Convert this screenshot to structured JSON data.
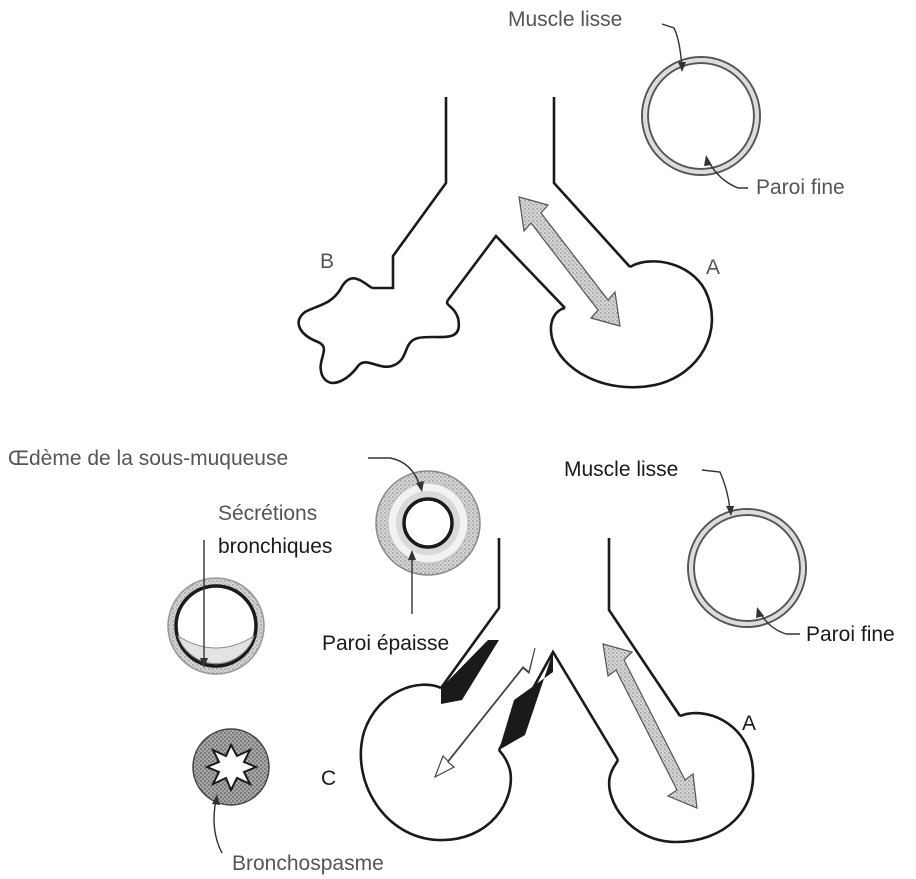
{
  "top_panel": {
    "muscle_label": "Muscle lisse",
    "wall_label": "Paroi fine",
    "alveolus_a_label": "A",
    "alveolus_b_label": "B"
  },
  "bottom_panel": {
    "edema_label": "Œdème de la sous-muqueuse",
    "secretions_label_line1": "Sécrétions",
    "secretions_label_line2": "bronchiques",
    "thick_wall_label": "Paroi épaisse",
    "muscle_label": "Muscle lisse",
    "wall_label": "Paroi fine",
    "alveolus_a_label": "A",
    "alveolus_c_label": "C",
    "bronchospasm_label": "Bronchospasme"
  },
  "colors": {
    "ink": "#1a1a1a",
    "stipple": "#bdbdbd",
    "stipple_dark": "#8a8a8a",
    "light_ring": "#d9d9d9"
  }
}
